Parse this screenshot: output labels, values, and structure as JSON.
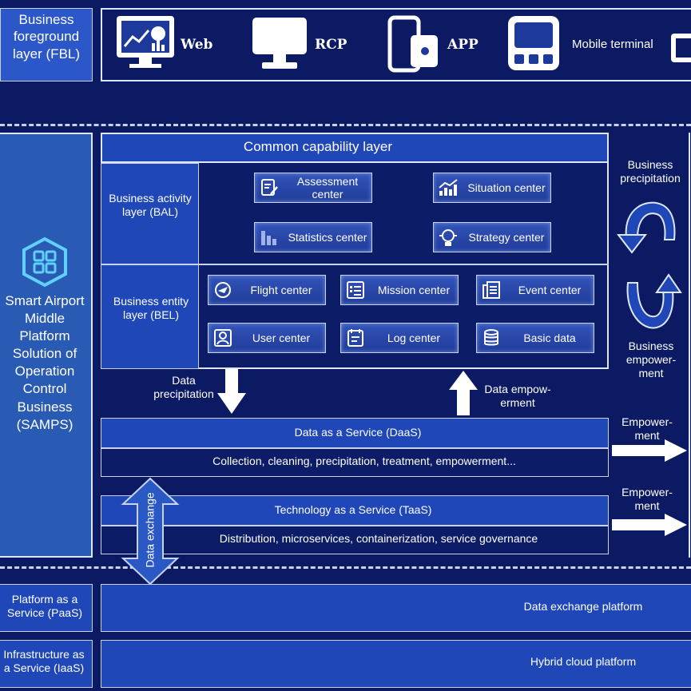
{
  "foreground": {
    "layer_label": "Business foreground layer (FBL)",
    "terminals": [
      {
        "label": "Web",
        "icon": "web-monitor-icon"
      },
      {
        "label": "RCP",
        "icon": "desktop-monitor-icon"
      },
      {
        "label": "APP",
        "icon": "mobile-app-icon"
      },
      {
        "label": "Mobile terminal",
        "icon": "mobile-terminal-icon"
      }
    ]
  },
  "samps": {
    "label": "Smart Airport Middle Platform Solution of Operation Control Business (SAMPS)",
    "icon": "grid-hexagon-icon"
  },
  "common_capability": {
    "title": "Common capability layer",
    "bal": {
      "label": "Business activity layer (BAL)",
      "items": [
        {
          "label": "Assessment center",
          "icon": "assessment-icon"
        },
        {
          "label": "Situation center",
          "icon": "situation-chart-icon"
        },
        {
          "label": "Statistics center",
          "icon": "statistics-icon"
        },
        {
          "label": "Strategy center",
          "icon": "strategy-bulb-icon"
        }
      ]
    },
    "bel": {
      "label": "Business entity layer (BEL)",
      "items": [
        {
          "label": "Flight center",
          "icon": "flight-icon"
        },
        {
          "label": "Mission center",
          "icon": "mission-list-icon"
        },
        {
          "label": "Event center",
          "icon": "event-docs-icon"
        },
        {
          "label": "User center",
          "icon": "user-icon"
        },
        {
          "label": "Log center",
          "icon": "log-icon"
        },
        {
          "label": "Basic data",
          "icon": "database-icon"
        }
      ]
    }
  },
  "flows": {
    "data_precipitation": "Data precipitation",
    "data_empowerment": "Data empow- erment",
    "business_precipitation": "Business precipitation",
    "business_empowerment": "Business empower- ment",
    "empowerment_1": "Empower- ment",
    "empowerment_2": "Empower- ment",
    "data_exchange": "Data exchange"
  },
  "daas": {
    "title": "Data as a Service (DaaS)",
    "desc": "Collection, cleaning, precipitation, treatment, empowerment..."
  },
  "taas": {
    "title": "Technology as a Service (TaaS)",
    "desc": "Distribution, microservices, containerization, service governance"
  },
  "paas": {
    "label": "Platform as a Service (PaaS)",
    "content": "Data exchange platform"
  },
  "iaas": {
    "label": "Infrastructure as a Service (IaaS)",
    "content": "Hybrid cloud platform"
  },
  "colors": {
    "background": "#0b1a63",
    "panel_blue": "#1f47b8",
    "border": "#dfe6f5",
    "accent_cyan": "#5fd0ff"
  }
}
